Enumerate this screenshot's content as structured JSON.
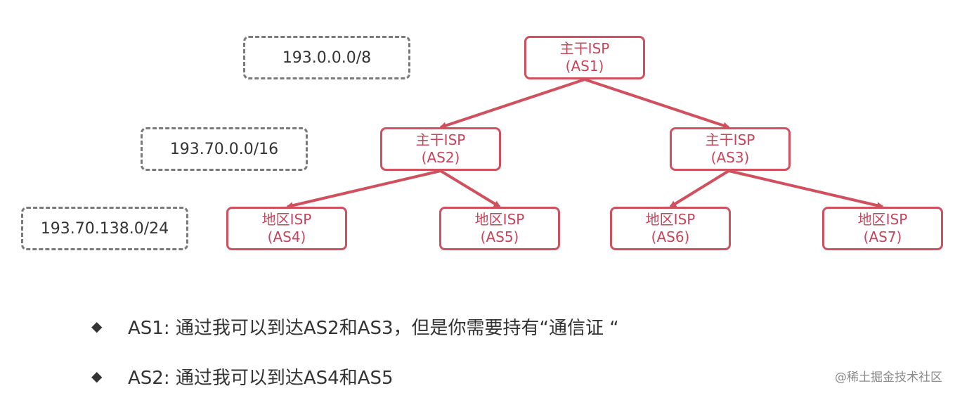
{
  "prefixes": {
    "p8": "193.0.0.0/8",
    "p16": "193.70.0.0/16",
    "p24": "193.70.138.0/24"
  },
  "nodes": {
    "as1": {
      "name": "主干ISP",
      "as": "(AS1)"
    },
    "as2": {
      "name": "主干ISP",
      "as": "(AS2)"
    },
    "as3": {
      "name": "主干ISP",
      "as": "(AS3)"
    },
    "as4": {
      "name": "地区ISP",
      "as": "(AS4)"
    },
    "as5": {
      "name": "地区ISP",
      "as": "(AS5)"
    },
    "as6": {
      "name": "地区ISP",
      "as": "(AS6)"
    },
    "as7": {
      "name": "地区ISP",
      "as": "(AS7)"
    }
  },
  "bullets": [
    "AS1: 通过我可以到达AS2和AS3，但是你需要持有“通信证 “",
    "AS2: 通过我可以到达AS4和AS5"
  ],
  "watermark": "@稀土掘金技术社区",
  "colors": {
    "node_border": "#d0505e",
    "node_text": "#c9445a",
    "prefix_border": "#7a7a7a",
    "edge": "#d0505e"
  }
}
